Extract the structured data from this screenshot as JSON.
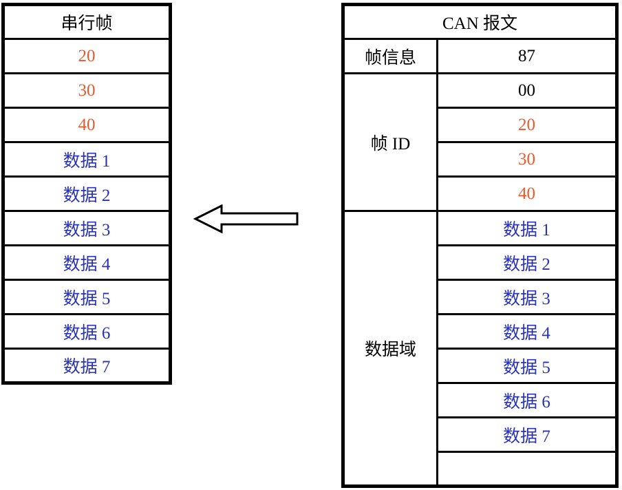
{
  "colors": {
    "background": "#FFFFFF",
    "border": "#000000",
    "text_black": "#000000",
    "highlight_orange": "#E85A2D",
    "data_blue": "#2832B4"
  },
  "left_table": {
    "title": "串行帧",
    "rows": [
      {
        "text": "20",
        "color": "#E85A2D"
      },
      {
        "text": "30",
        "color": "#E85A2D"
      },
      {
        "text": "40",
        "color": "#E85A2D"
      },
      {
        "text": "数据 1",
        "color": "#2832B4"
      },
      {
        "text": "数据 2",
        "color": "#2832B4"
      },
      {
        "text": "数据 3",
        "color": "#2832B4"
      },
      {
        "text": "数据 4",
        "color": "#2832B4"
      },
      {
        "text": "数据 5",
        "color": "#2832B4"
      },
      {
        "text": "数据 6",
        "color": "#2832B4"
      },
      {
        "text": "数据 7",
        "color": "#2832B4"
      }
    ]
  },
  "arrow": {
    "direction": "left",
    "style": "hollow-outline",
    "fill": "#FFFFFF",
    "stroke": "#000000"
  },
  "right_table": {
    "title": "CAN 报文",
    "groups": [
      {
        "label": "帧信息",
        "rows": [
          {
            "text": "87",
            "color": "#000000"
          }
        ]
      },
      {
        "label": "帧 ID",
        "rows": [
          {
            "text": "00",
            "color": "#000000"
          },
          {
            "text": "20",
            "color": "#E85A2D"
          },
          {
            "text": "30",
            "color": "#E85A2D"
          },
          {
            "text": "40",
            "color": "#E85A2D"
          }
        ]
      },
      {
        "label": "数据域",
        "rows": [
          {
            "text": "数据 1",
            "color": "#2832B4"
          },
          {
            "text": "数据 2",
            "color": "#2832B4"
          },
          {
            "text": "数据 3",
            "color": "#2832B4"
          },
          {
            "text": "数据 4",
            "color": "#2832B4"
          },
          {
            "text": "数据 5",
            "color": "#2832B4"
          },
          {
            "text": "数据 6",
            "color": "#2832B4"
          },
          {
            "text": "数据 7",
            "color": "#2832B4"
          },
          {
            "text": "",
            "color": "#000000"
          }
        ]
      }
    ]
  }
}
